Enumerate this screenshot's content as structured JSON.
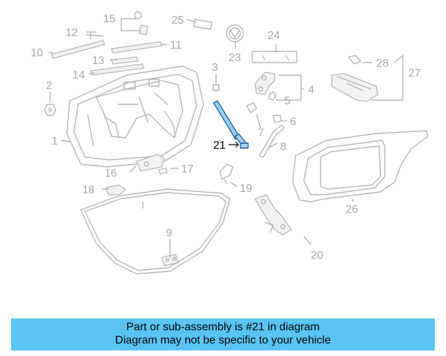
{
  "diagram": {
    "callouts": {
      "c1": "1",
      "c2": "2",
      "c3": "3",
      "c4": "4",
      "c5": "5",
      "c6": "6",
      "c7": "7",
      "c8": "8",
      "c9": "9",
      "c10": "10",
      "c11": "11",
      "c12": "12",
      "c13": "13",
      "c14": "14",
      "c15": "15",
      "c16": "16",
      "c17": "17",
      "c18": "18",
      "c19": "19",
      "c20": "20",
      "c21": "21",
      "c23": "23",
      "c24": "24",
      "c25": "25",
      "c26": "26",
      "c27": "27",
      "c28": "28"
    },
    "highlighted_part": "21",
    "highlight_color": "#9ecfee",
    "highlight_outline_color": "#1d5f99"
  },
  "banner": {
    "line1": "Part or sub-assembly is #21 in diagram",
    "line2": "Diagram may not be specific to your vehicle",
    "background_color": "#5ac4f4"
  }
}
